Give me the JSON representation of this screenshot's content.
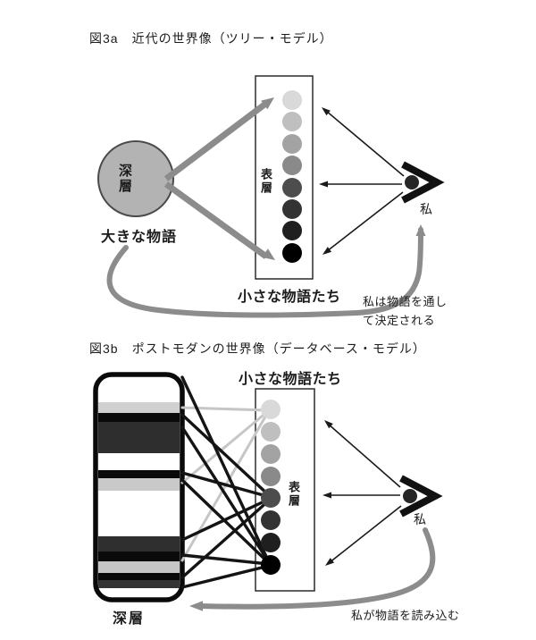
{
  "figure_a": {
    "title": "図3a　近代の世界像（ツリー・モデル）",
    "deep_layer_label": "深層",
    "grand_narrative_label": "大きな物語",
    "surface_layer_label": "表層",
    "small_narratives_label": "小さな物語たち",
    "self_label": "私",
    "caption_line1": "私は物語を通し",
    "caption_line2": "て決定される"
  },
  "figure_b": {
    "title": "図3b　ポストモダンの世界像（データベース・モデル）",
    "small_narratives_label": "小さな物語たち",
    "surface_layer_label": "表層",
    "deep_layer_label": "深層",
    "self_label": "私",
    "caption": "私が物語を読み込む"
  },
  "colors": {
    "circle_fill": "#b3b3b3",
    "circle_stroke": "#4a4a4a",
    "thick_arrow": "#8c8c8c",
    "thin_arrow": "#1a1a1a",
    "box_border": "#2b2b2b",
    "light_line": "#c6c6c6",
    "dark_line": "#141414",
    "dot_ramp": [
      "#d9d9d9",
      "#bfbfbf",
      "#a3a3a3",
      "#8a8a8a",
      "#4d4d4d",
      "#333333",
      "#1f1f1f",
      "#000000"
    ],
    "db_stripe_colors": [
      "#d0d0d0",
      "#0a0a0a",
      "#2e2e2e",
      "#0a0a0a",
      "#c9c9c9",
      "#2f2f2f",
      "#0a0a0a",
      "#c6c6c6",
      "#0a0a0a",
      "#333333"
    ]
  }
}
